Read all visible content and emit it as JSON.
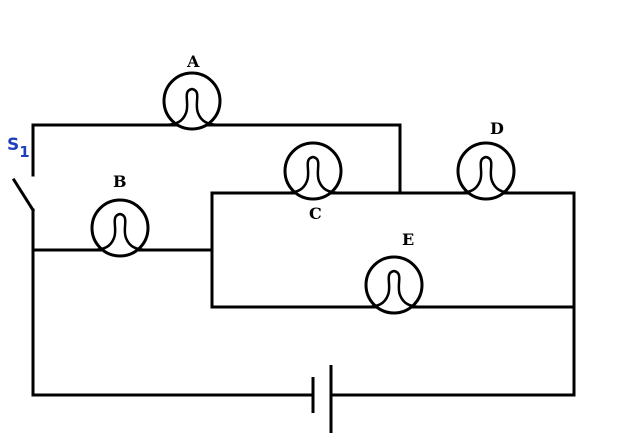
{
  "switch": {
    "label": "S",
    "subscript": "1"
  },
  "bulbs": {
    "A": {
      "label": "A"
    },
    "B": {
      "label": "B"
    },
    "C": {
      "label": "C"
    },
    "D": {
      "label": "D"
    },
    "E": {
      "label": "E"
    }
  },
  "colors": {
    "wire": "#000000",
    "switch_label": "#1f3fbf",
    "background": "#ffffff"
  }
}
